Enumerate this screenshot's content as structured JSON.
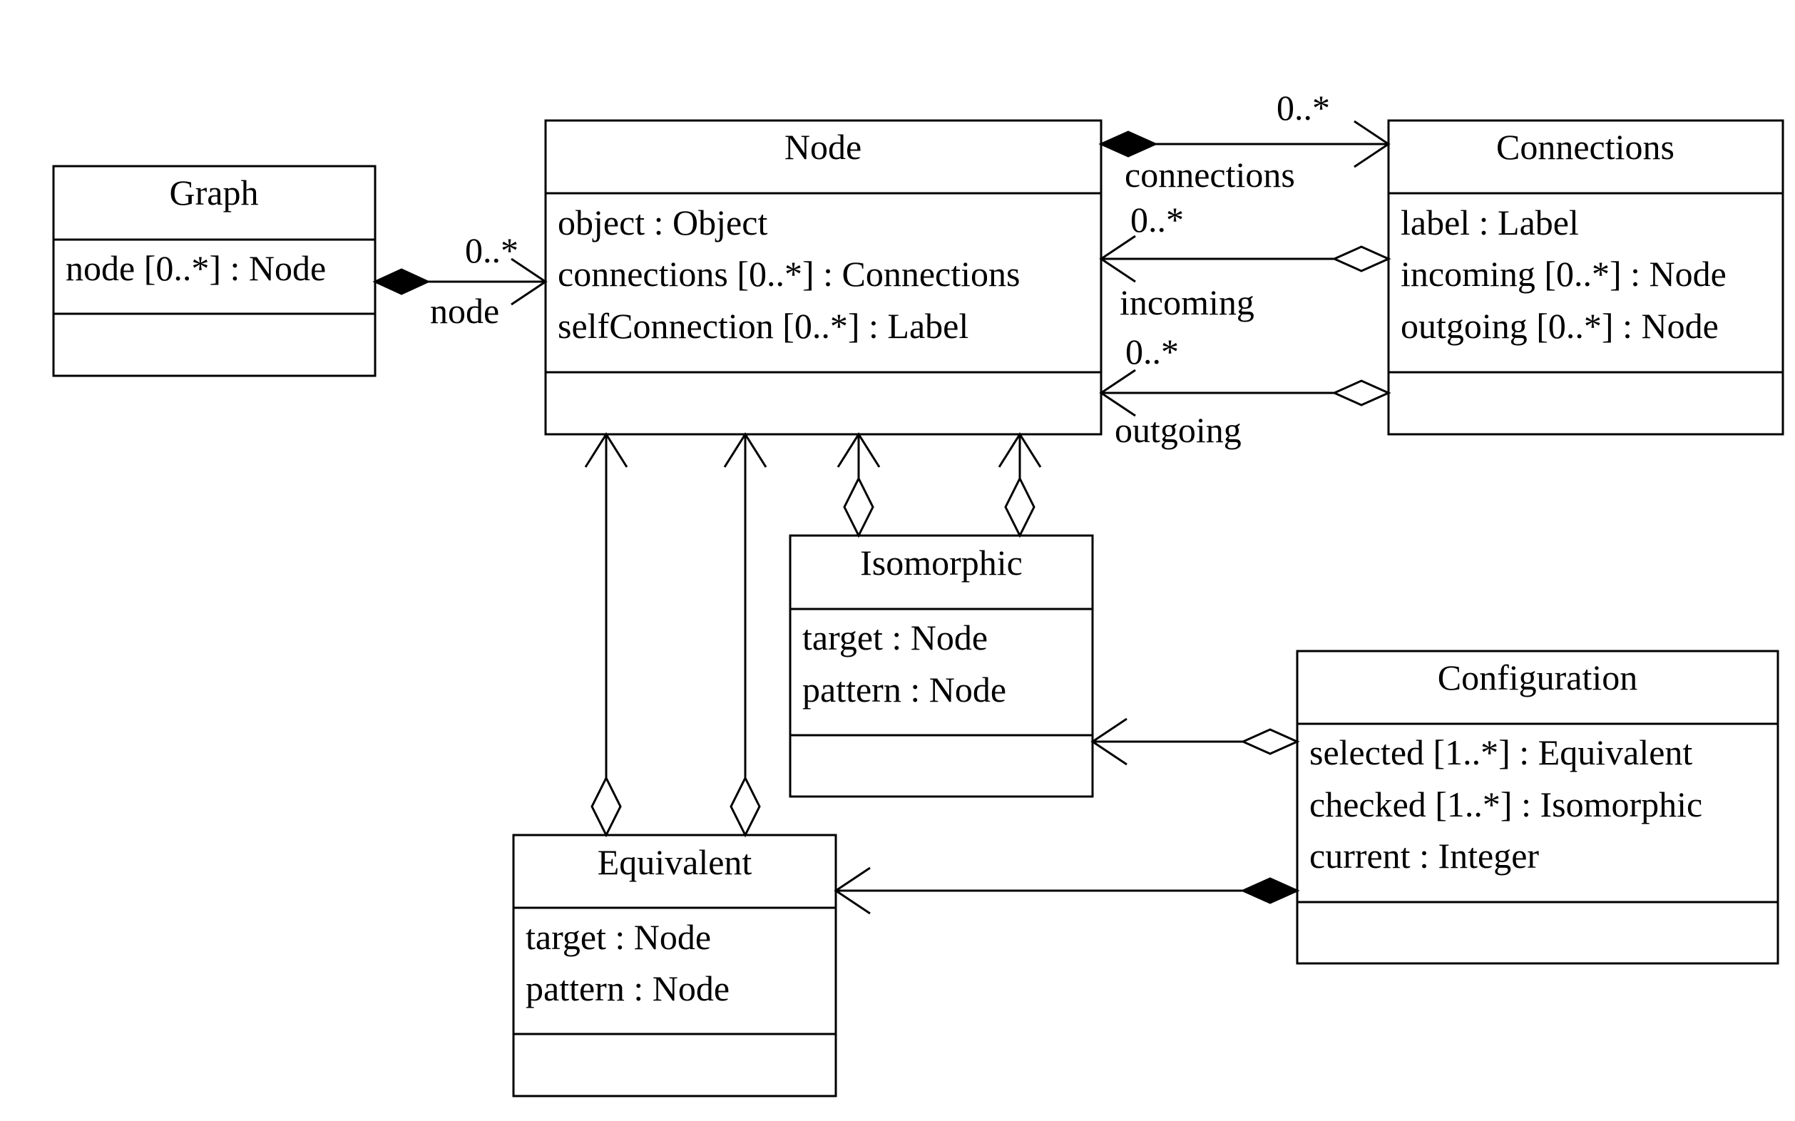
{
  "classes": {
    "graph": {
      "name": "Graph",
      "attributes": [
        "node [0..*] : Node"
      ]
    },
    "node": {
      "name": "Node",
      "attributes": [
        "object : Object",
        "connections [0..*] : Connections",
        "selfConnection [0..*] : Label"
      ]
    },
    "connections": {
      "name": "Connections",
      "attributes": [
        "label : Label",
        "incoming [0..*] : Node",
        "outgoing [0..*] : Node"
      ]
    },
    "isomorphic": {
      "name": "Isomorphic",
      "attributes": [
        "target : Node",
        "pattern : Node"
      ]
    },
    "configuration": {
      "name": "Configuration",
      "attributes": [
        "selected [1..*] : Equivalent",
        "checked [1..*] : Isomorphic",
        "current : Integer"
      ]
    },
    "equivalent": {
      "name": "Equivalent",
      "attributes": [
        "target : Node",
        "pattern : Node"
      ]
    }
  },
  "associations": {
    "graph_node": {
      "multiplicity": "0..*",
      "role": "node"
    },
    "node_connections": {
      "multiplicity": "0..*",
      "role": "connections"
    },
    "connections_incoming": {
      "multiplicity": "0..*",
      "role": "incoming"
    },
    "connections_outgoing": {
      "multiplicity": "0..*",
      "role": "outgoing"
    }
  }
}
